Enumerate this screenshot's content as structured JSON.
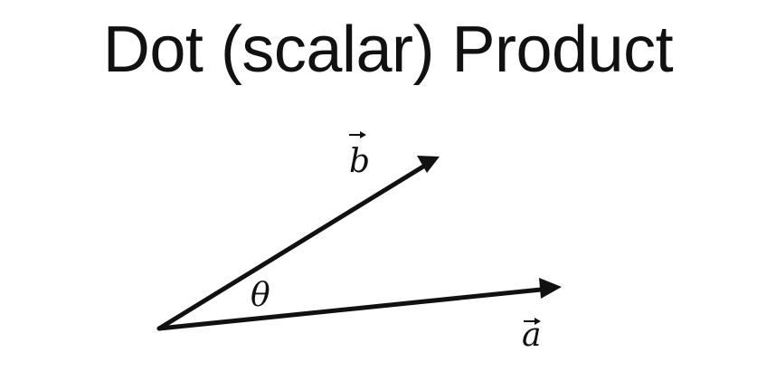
{
  "title": "Dot (scalar) Product",
  "diagram": {
    "vector_a_label": "a",
    "vector_b_label": "b",
    "angle_label": "θ",
    "colors": {
      "stroke": "#111111",
      "background": "#ffffff"
    }
  }
}
